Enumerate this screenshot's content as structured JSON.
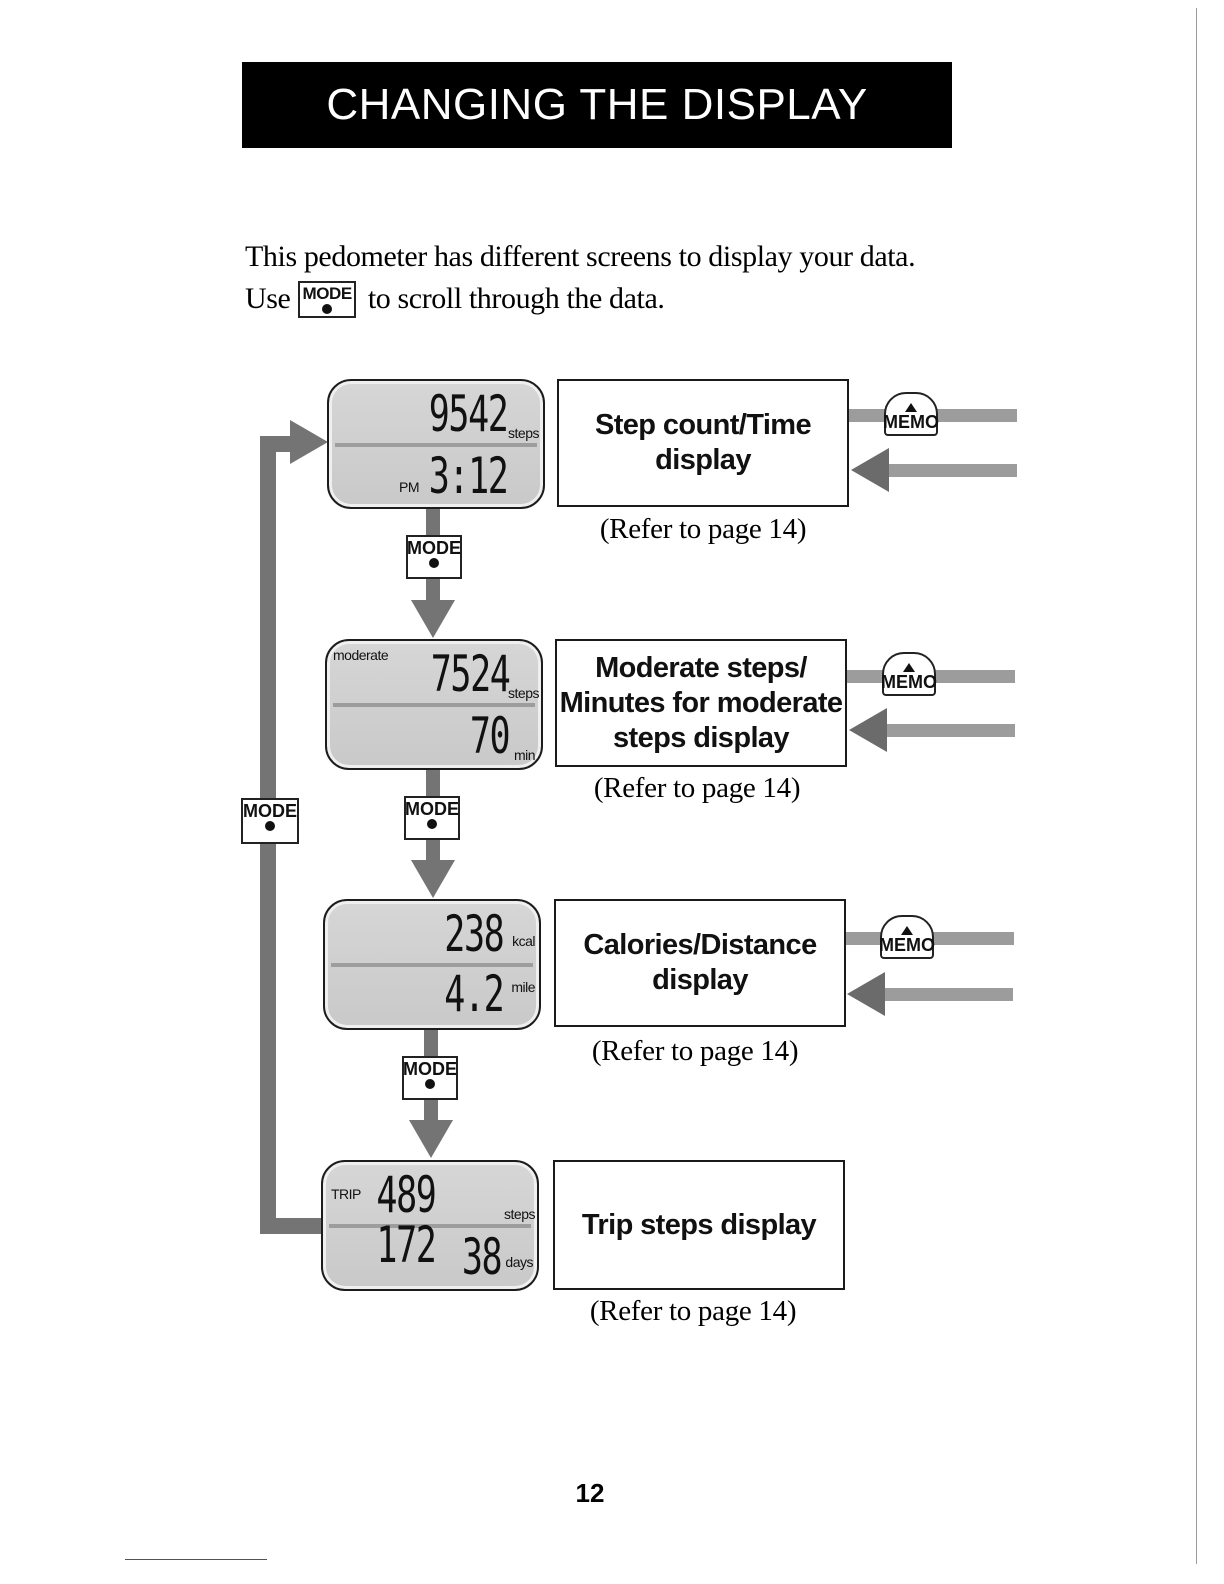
{
  "banner": {
    "title": "CHANGING THE DISPLAY"
  },
  "intro": {
    "line1": "This pedometer has different screens to display your data.",
    "line2_before": "Use",
    "line2_after": "to scroll through the data."
  },
  "buttons": {
    "mode_label": "MODE",
    "memo_label": "MEMO"
  },
  "screens": [
    {
      "top_value": "9542",
      "top_unit": "steps",
      "bottom_prefix": "PM",
      "bottom_value": "3:12",
      "bottom_unit": "",
      "description": "Step count/Time\ndisplay",
      "reference": "(Refer to page 14)"
    },
    {
      "tag": "moderate",
      "top_value": "7524",
      "top_unit": "steps",
      "bottom_value": "70",
      "bottom_unit": "min",
      "description": "Moderate steps/\nMinutes for moderate\nsteps display",
      "reference": "(Refer to page 14)"
    },
    {
      "top_value": "238",
      "top_unit": "kcal",
      "bottom_value": "4.2",
      "bottom_unit": "mile",
      "description": "Calories/Distance\ndisplay",
      "reference": "(Refer to page 14)"
    },
    {
      "tag": "TRIP",
      "top_value": "489 172",
      "top_unit": "steps",
      "bottom_value": "38",
      "bottom_unit": "days",
      "description": "Trip steps display",
      "reference": "(Refer to page 14)"
    }
  ],
  "footer": {
    "page_number": "12"
  }
}
